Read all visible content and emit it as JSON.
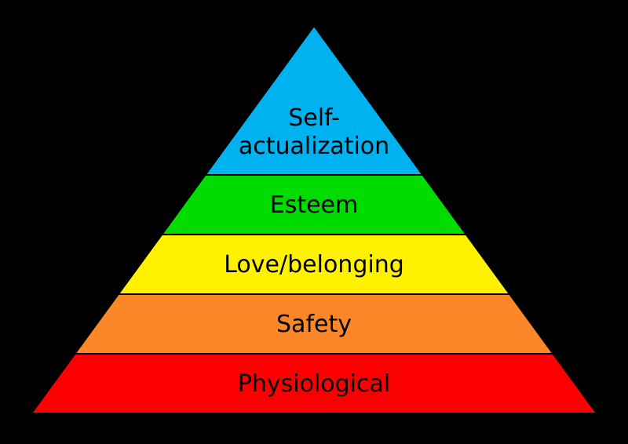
{
  "background_color": "#000000",
  "text_color": "#000000",
  "separator_color": "#000000",
  "diagram": {
    "type": "pyramid",
    "levels": [
      {
        "id": "self-actualization",
        "lines": [
          "Self-",
          "actualization"
        ],
        "label": "Self-actualization",
        "color": "#00B2F0"
      },
      {
        "id": "esteem",
        "lines": [
          "Esteem"
        ],
        "label": "Esteem",
        "color": "#00DC00"
      },
      {
        "id": "love-belonging",
        "lines": [
          "Love/belonging"
        ],
        "label": "Love/belonging",
        "color": "#FFF200"
      },
      {
        "id": "safety",
        "lines": [
          "Safety"
        ],
        "label": "Safety",
        "color": "#FB8728"
      },
      {
        "id": "physiological",
        "lines": [
          "Physiological"
        ],
        "label": "Physiological",
        "color": "#FA0000"
      }
    ]
  }
}
